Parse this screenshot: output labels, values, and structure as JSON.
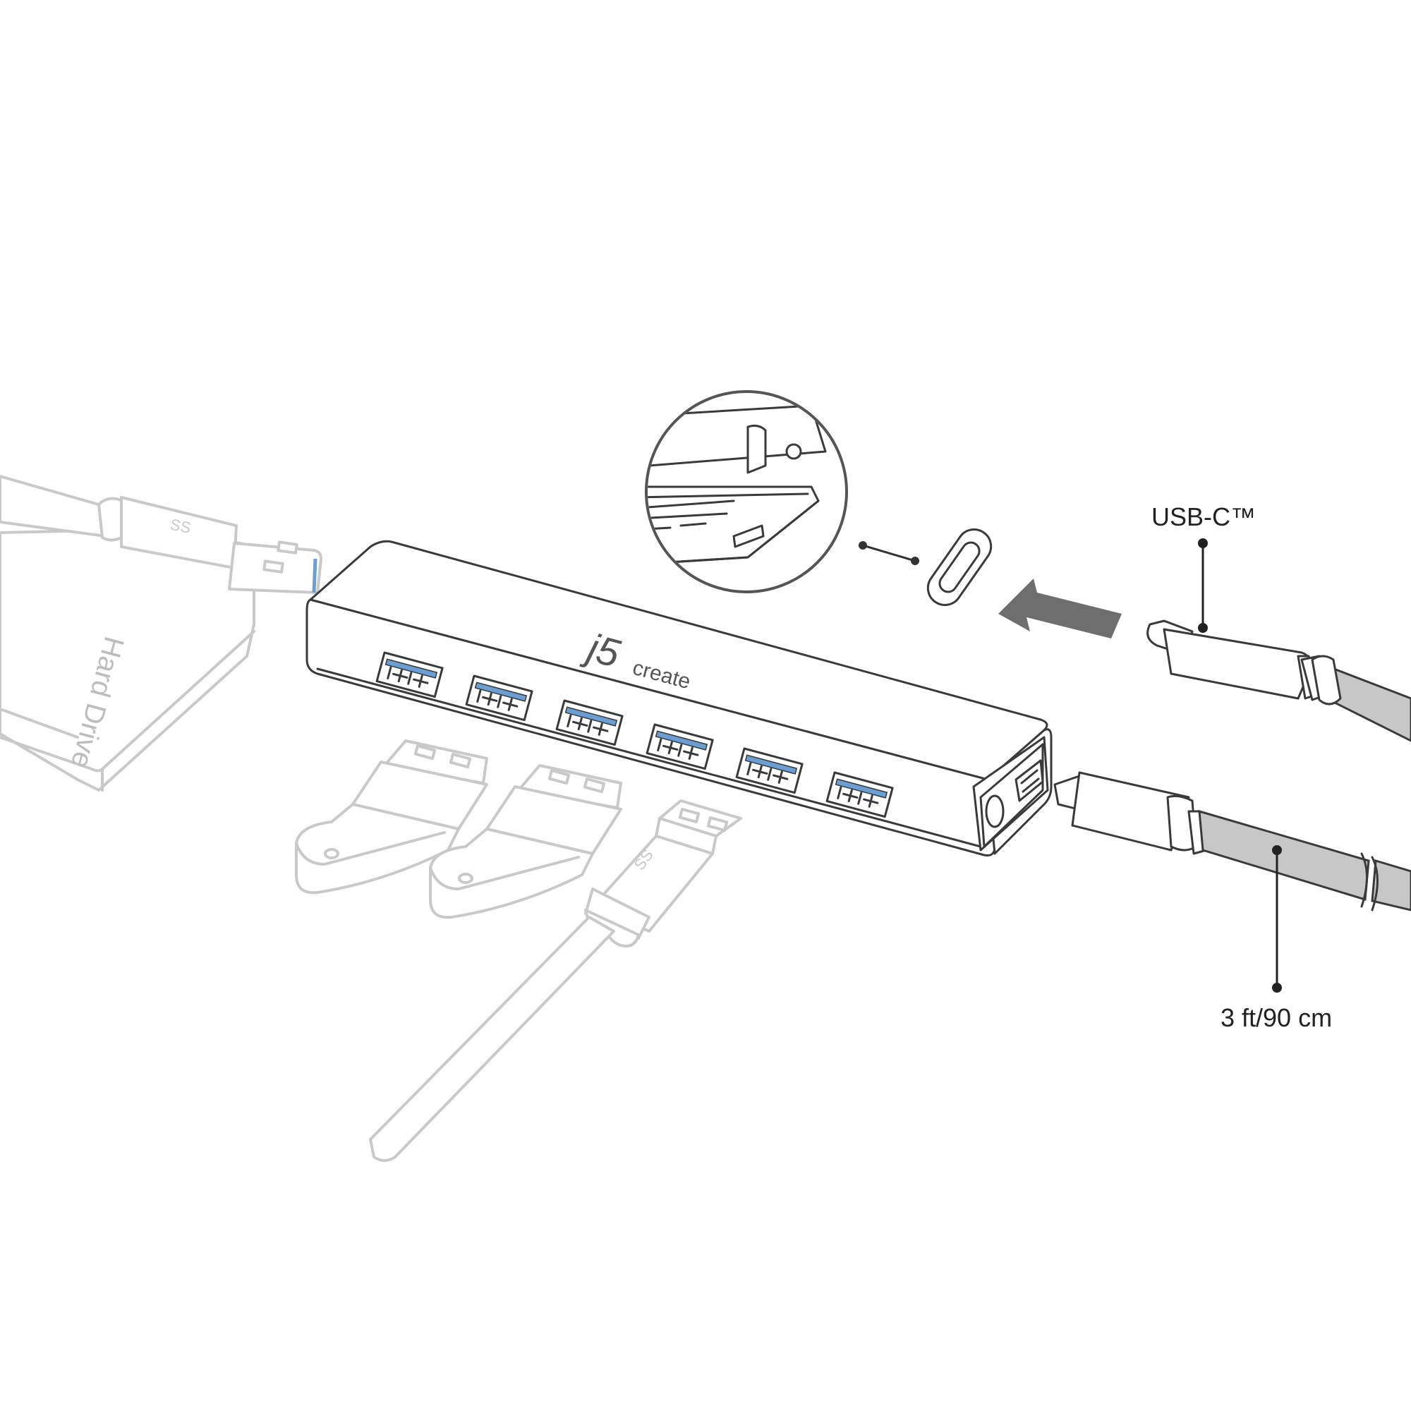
{
  "brand": {
    "prefix": "j5",
    "suffix": "create"
  },
  "hard_drive_label": "Hard Drive",
  "usb_badge": "SS",
  "callouts": {
    "connector_type": "USB-C™",
    "cable_length": "3 ft/90 cm"
  },
  "hub": {
    "port_count": 6
  },
  "colors": {
    "port_accent": "#6b9fd4",
    "faded_peripheral": "#c9c9c9",
    "outline": "#3a3a3a"
  },
  "icons": [
    "usb-superspeed-logo",
    "insert-arrow-icon",
    "usb-c-port-icon"
  ]
}
